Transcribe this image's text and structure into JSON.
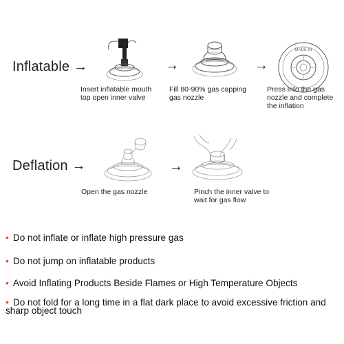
{
  "inflation": {
    "label": "Inflatable",
    "arrow": "→",
    "steps": [
      {
        "caption": "Insert inflatable mouth top open inner valve"
      },
      {
        "caption": "Fill 80-90% gas capping gas nozzle"
      },
      {
        "caption": "Press into the gas nozzle and complete the inflation"
      }
    ],
    "icons": [
      "pump-nozzle-icon",
      "valve-cap-icon",
      "pressed-valve-icon"
    ]
  },
  "deflation": {
    "label": "Deflation",
    "arrow": "→",
    "steps": [
      {
        "caption": "Open the gas nozzle"
      },
      {
        "caption": "Pinch the inner valve to wait for gas flow"
      }
    ],
    "icons": [
      "open-valve-icon",
      "pinch-valve-icon"
    ]
  },
  "valve_ring_text": "MADE IN",
  "bullet": "•",
  "notes": [
    "Do not inflate or inflate high pressure gas",
    "Do not jump on inflatable products",
    "Avoid Inflating Products Beside Flames or High Temperature Objects",
    "Do not fold for a long time in a flat dark place to avoid excessive friction and sharp object touch"
  ],
  "colors": {
    "bullet": "#e05a1c",
    "text": "#1a1a1a",
    "lineart": "#555555"
  }
}
